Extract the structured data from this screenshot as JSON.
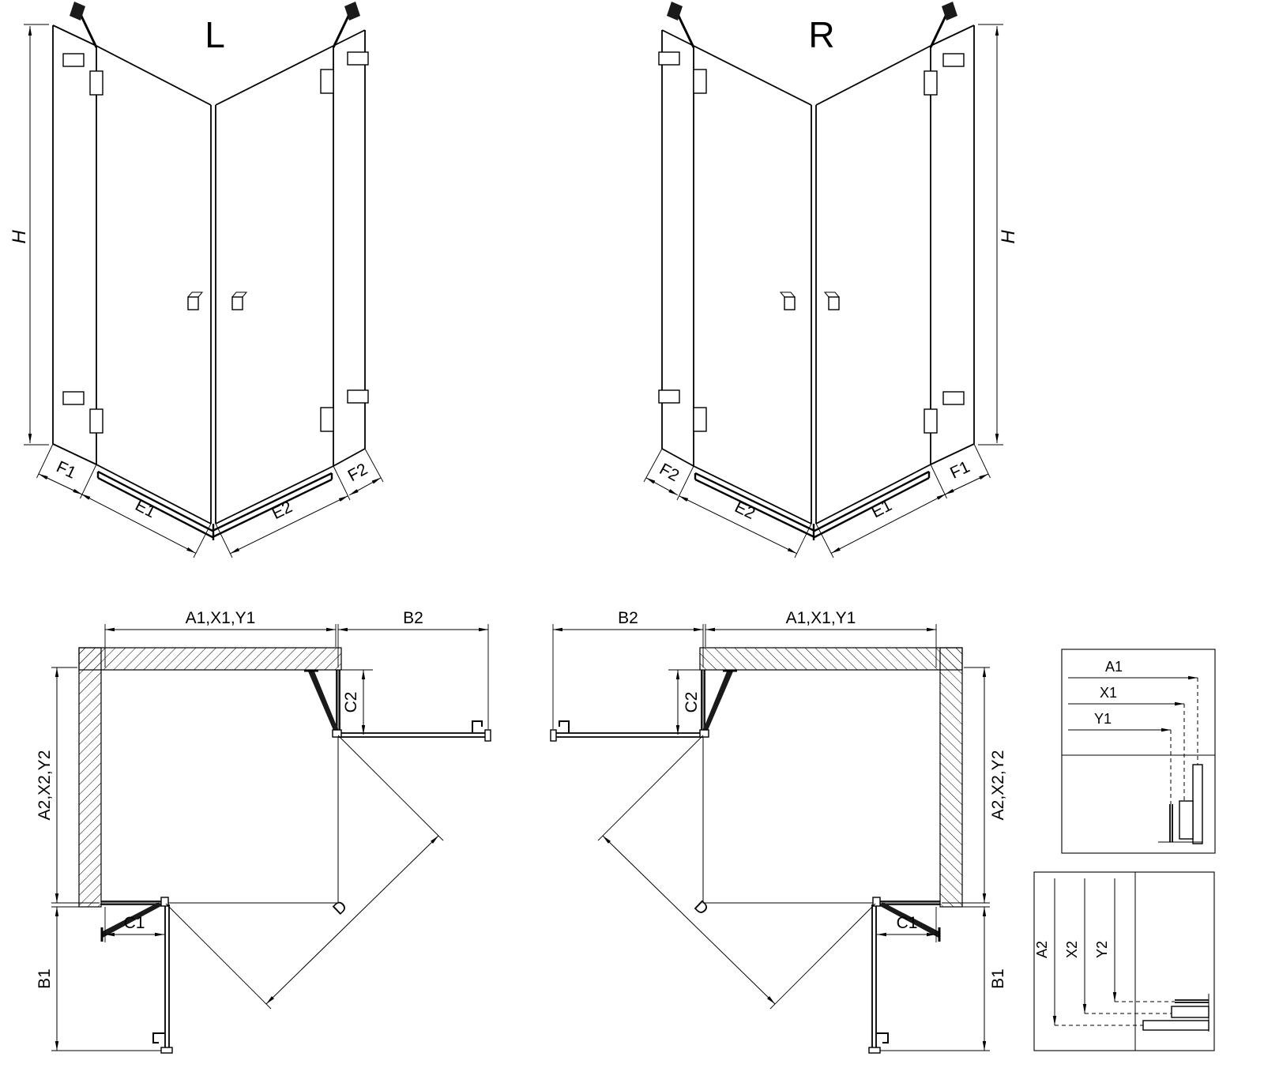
{
  "perspective_left": {
    "variant_label": "L",
    "dim_height": "H",
    "dim_fixed_far_left": "F1",
    "dim_door_left": "E1",
    "dim_door_right": "E2",
    "dim_fixed_far_right": "F2"
  },
  "perspective_right": {
    "variant_label": "R",
    "dim_height": "H",
    "dim_fixed_far_left": "F2",
    "dim_door_left": "E2",
    "dim_door_right": "E1",
    "dim_fixed_far_right": "F1"
  },
  "plan_left": {
    "dim_width_top": "A1,X1,Y1",
    "dim_door_b2": "B2",
    "dim_pivot_c2": "C2",
    "dim_depth_side": "A2,X2,Y2",
    "dim_pivot_c1": "C1",
    "dim_door_b1": "B1",
    "dim_diagonal": "D"
  },
  "plan_right": {
    "dim_door_b2": "B2",
    "dim_width_top": "A1,X1,Y1",
    "dim_pivot_c2": "C2",
    "dim_depth_side": "A2,X2,Y2",
    "dim_pivot_c1": "C1",
    "dim_door_b1": "B1",
    "dim_diagonal": "D"
  },
  "detail_width": {
    "a1": "A1",
    "x1": "X1",
    "y1": "Y1"
  },
  "detail_depth": {
    "a2": "A2",
    "x2": "X2",
    "y2": "Y2"
  },
  "colors": {
    "line": "#000000",
    "background": "#ffffff"
  }
}
